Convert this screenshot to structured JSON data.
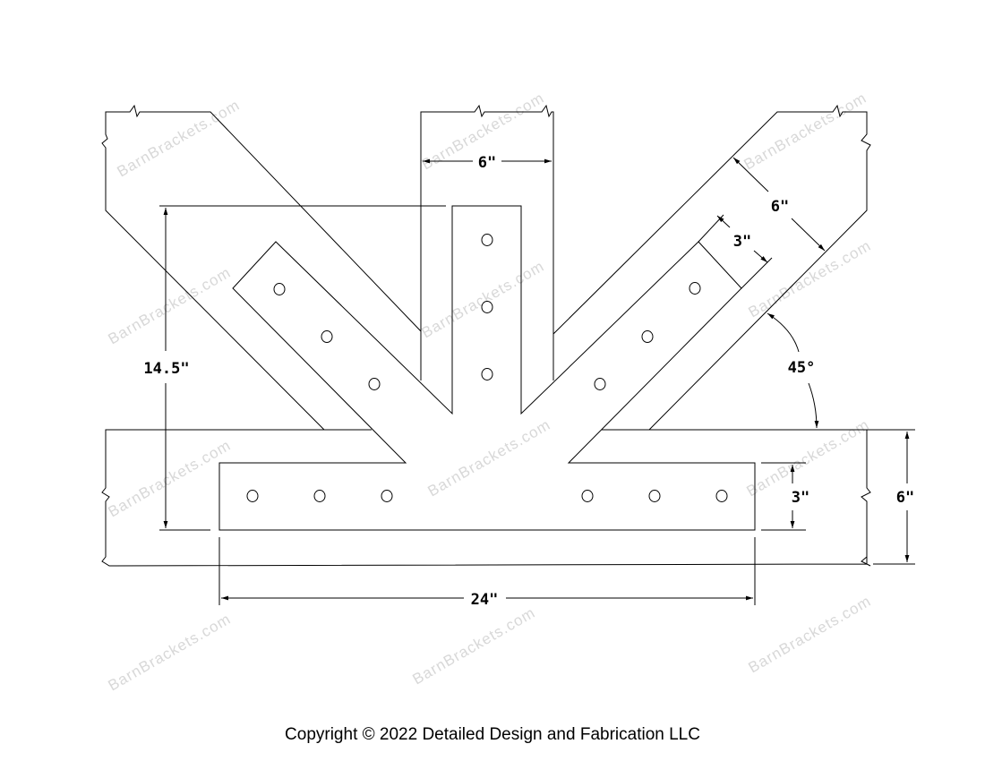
{
  "drawing": {
    "dimensions": {
      "post_width": "6\"",
      "height": "14.5\"",
      "brace_width": "6\"",
      "brace_plate_width": "3\"",
      "angle": "45°",
      "plate_width": "3\"",
      "beam_depth": "6\"",
      "plate_length": "24\""
    },
    "watermark": "BarnBrackets.com"
  },
  "footer": {
    "copyright": "Copyright © 2022 Detailed Design and Fabrication LLC"
  }
}
